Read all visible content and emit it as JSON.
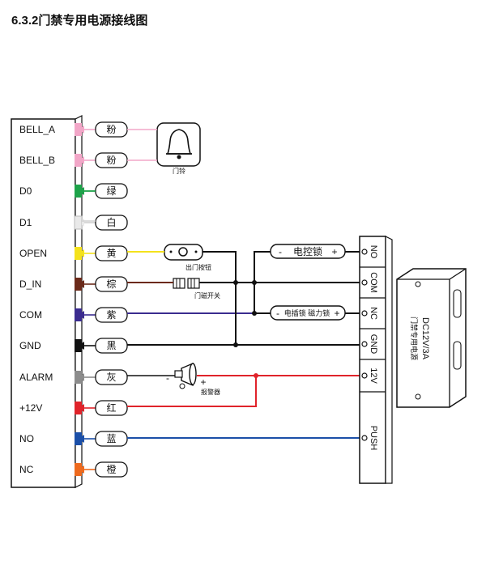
{
  "title": "6.3.2门禁专用电源接线图",
  "terminals": [
    {
      "label": "BELL_A",
      "color_name": "粉",
      "color": "#f2a7c8"
    },
    {
      "label": "BELL_B",
      "color_name": "粉",
      "color": "#f2a7c8"
    },
    {
      "label": "D0",
      "color_name": "绿",
      "color": "#1ea34a"
    },
    {
      "label": "D1",
      "color_name": "白",
      "color": "#e9e9e9"
    },
    {
      "label": "OPEN",
      "color_name": "黄",
      "color": "#f4e21c"
    },
    {
      "label": "D_IN",
      "color_name": "棕",
      "color": "#6b2a1a"
    },
    {
      "label": "COM",
      "color_name": "紫",
      "color": "#3b2c8f"
    },
    {
      "label": "GND",
      "color_name": "黑",
      "color": "#111111"
    },
    {
      "label": "ALARM",
      "color_name": "灰",
      "color": "#8c8c8c"
    },
    {
      "label": "+12V",
      "color_name": "红",
      "color": "#e0232a"
    },
    {
      "label": "NO",
      "color_name": "蓝",
      "color": "#1b4fa8"
    },
    {
      "label": "NC",
      "color_name": "橙",
      "color": "#ee6a1e"
    }
  ],
  "devices": {
    "bell": "门铃",
    "exit_button": "出门按钮",
    "door_sensor": "门磁开关",
    "alarm": "报警器",
    "lock_no": {
      "minus": "-",
      "name": "电控锁",
      "plus": "+"
    },
    "lock_nc": {
      "minus": "-",
      "name": "电插锁 磁力锁",
      "plus": "+"
    },
    "alarm_minus": "-",
    "alarm_plus": "+"
  },
  "power_terminals": [
    "NO",
    "COM",
    "NC",
    "GND",
    "12V",
    "PUSH"
  ],
  "power_supply": {
    "line1": "DC12V/3A",
    "line2": "门禁专用电源"
  }
}
